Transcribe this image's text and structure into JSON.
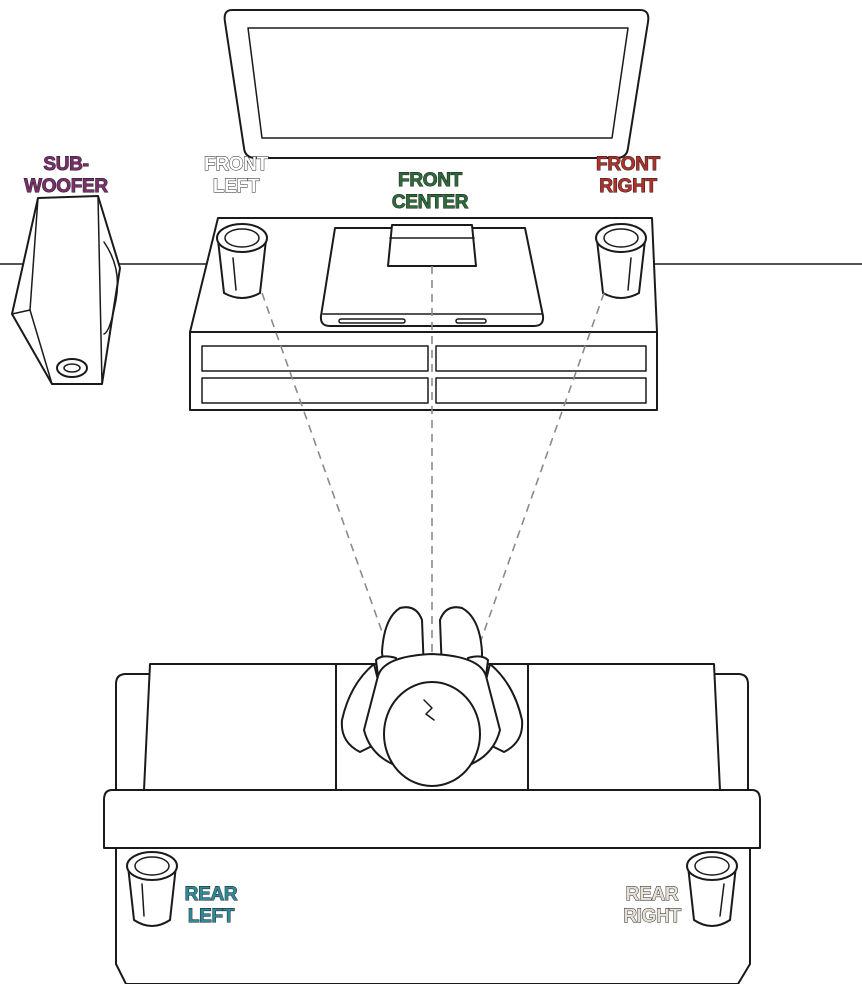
{
  "speakers": {
    "subwoofer": {
      "line1": "SUB-",
      "line2": "WOOFER",
      "color": "#7a2f6b"
    },
    "front_left": {
      "line1": "FRONT",
      "line2": "LEFT",
      "color": "#ffffff"
    },
    "front_center": {
      "line1": "FRONT",
      "line2": "CENTER",
      "color": "#2e6b3a"
    },
    "front_right": {
      "line1": "FRONT",
      "line2": "RIGHT",
      "color": "#b0302a"
    },
    "rear_left": {
      "line1": "REAR",
      "line2": "LEFT",
      "color": "#2d8a98"
    },
    "rear_right": {
      "line1": "REAR",
      "line2": "RIGHT",
      "color": "#e6e1d6"
    }
  },
  "colors": {
    "outline": "#1a1a1a",
    "sound_path": "#8a8a8a",
    "background": "#ffffff"
  }
}
